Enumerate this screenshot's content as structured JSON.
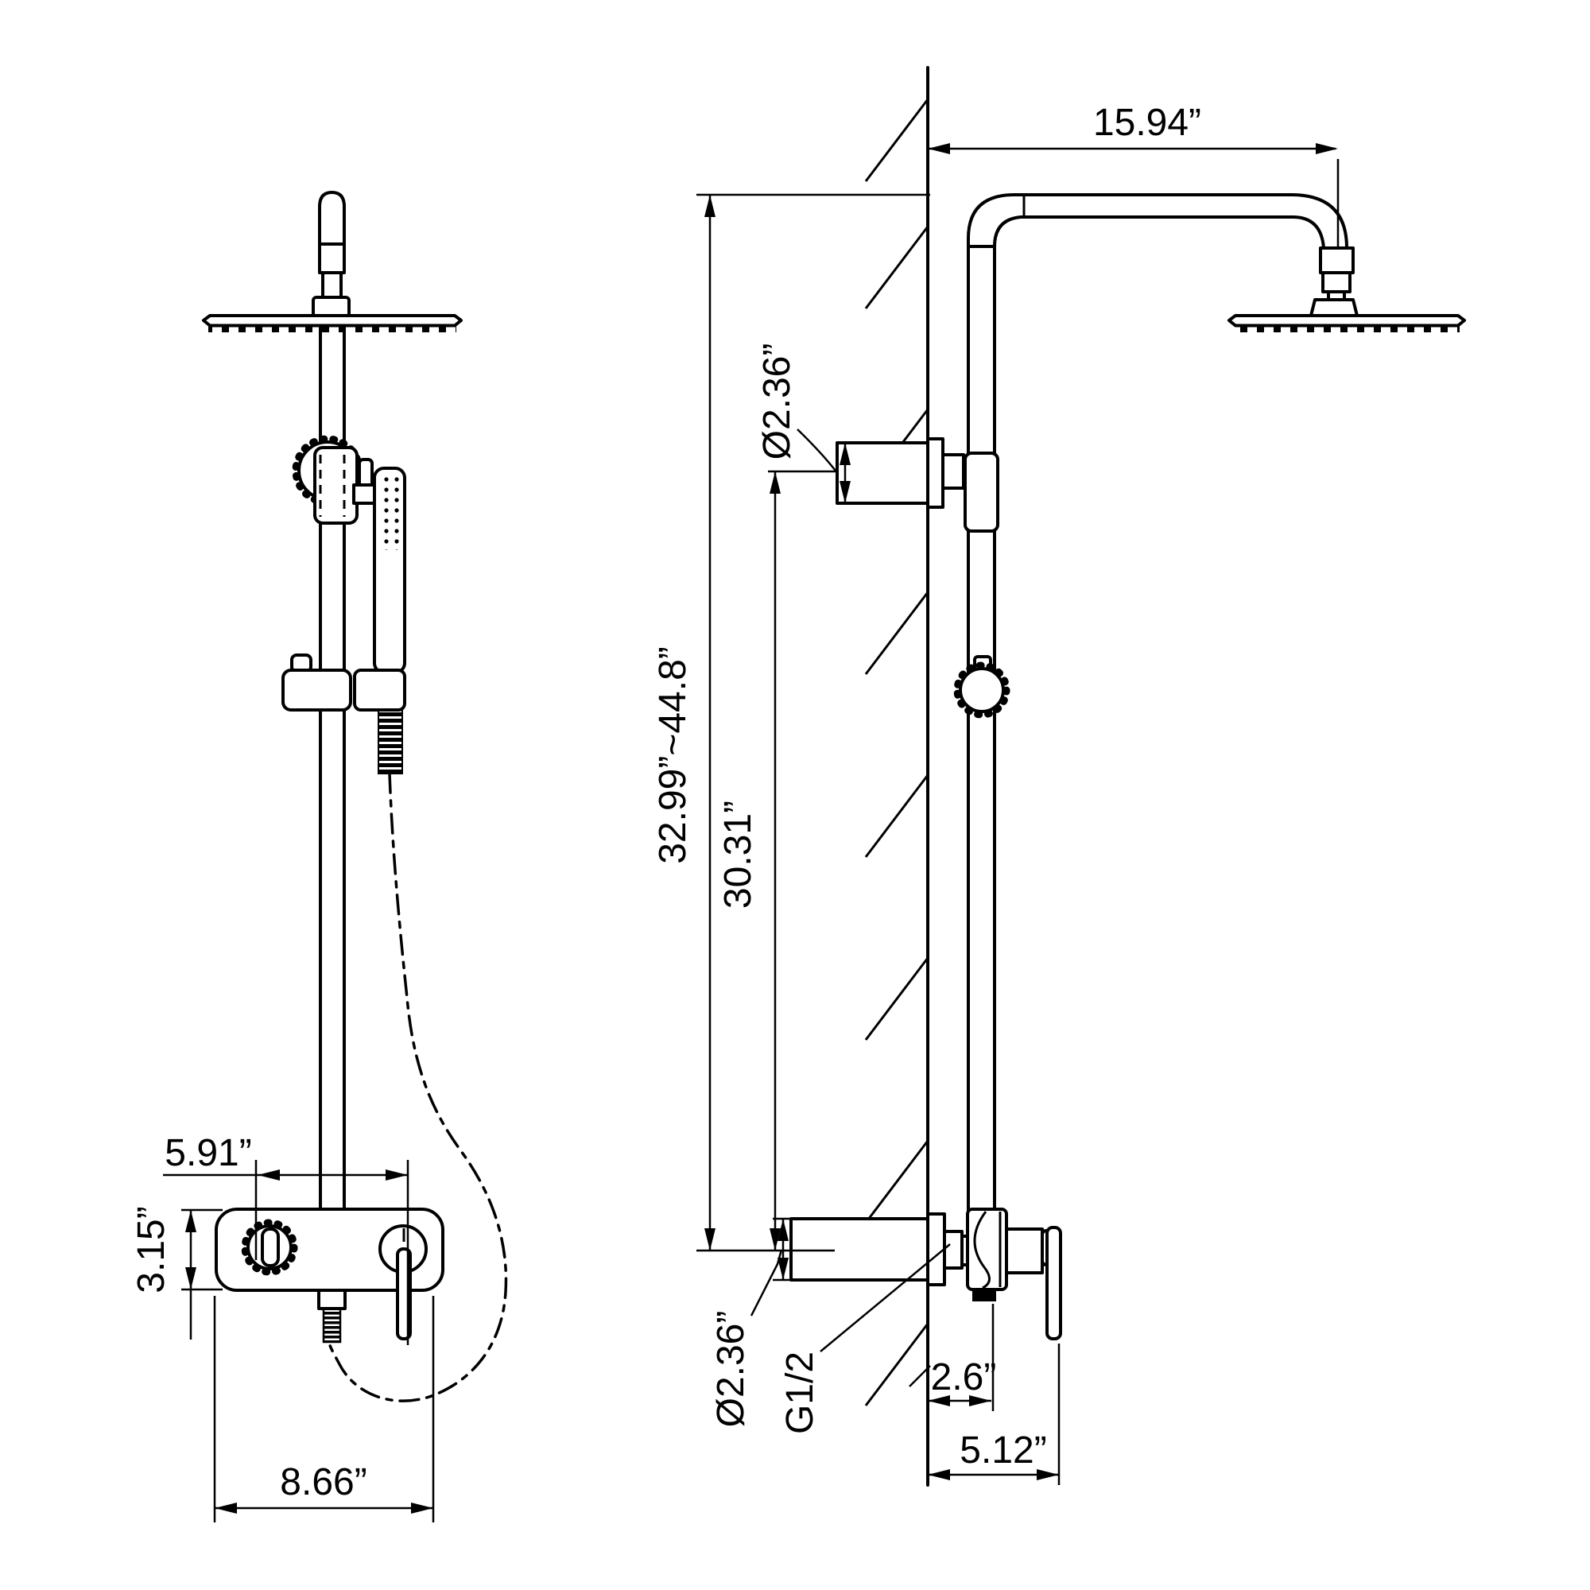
{
  "page": {
    "background": "#ffffff",
    "line_color": "#000000",
    "drawing_type": "technical dimension drawing",
    "subject": "exposed shower system with rain head, hand shower and mixer valve",
    "views": {
      "left": "front view",
      "right": "side view with wall section"
    }
  },
  "drawing": {
    "dimensions": {
      "arm_reach": "15.94”",
      "upper_mount_diameter": "Ø2.36”",
      "height_range": "32.99”~44.8”",
      "bar_height": "30.31”",
      "inlet_diameter": "Ø2.36”",
      "inlet_thread": "G1/2",
      "wall_to_riser": "2.6”",
      "wall_to_handle": "5.12”",
      "control_spacing": "5.91”",
      "valve_height": "3.15”",
      "valve_width": "8.66”"
    }
  }
}
